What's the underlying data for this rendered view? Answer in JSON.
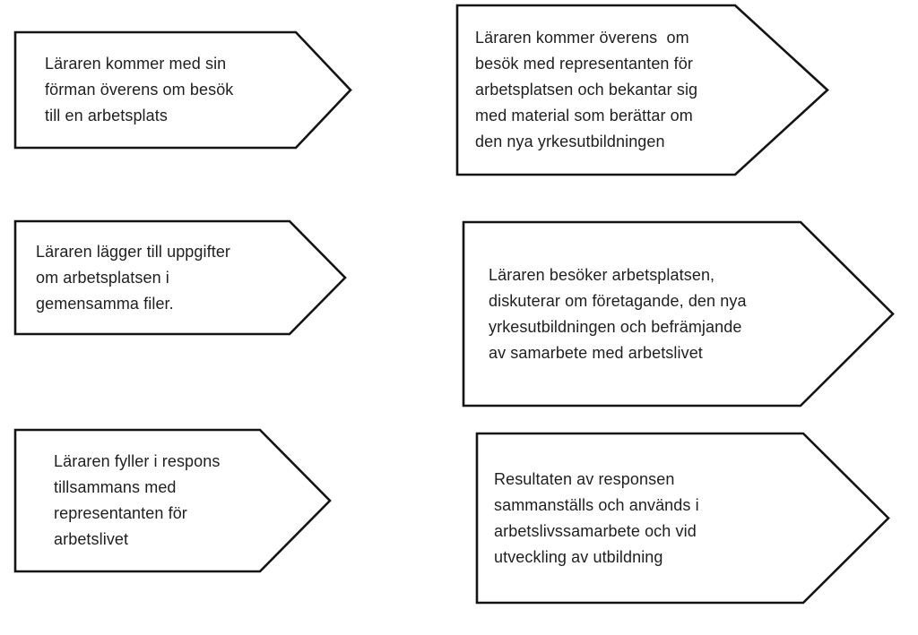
{
  "diagram": {
    "type": "process-flow-chevrons",
    "language": "sv",
    "background_color": "#ffffff",
    "stroke_color": "#141414",
    "text_color": "#1f1f1f",
    "boxes": [
      {
        "id": "step-1",
        "column": "left",
        "row": 1,
        "text": "Läraren kommer med sin\nförman överens om besök\ntill en arbetsplats"
      },
      {
        "id": "step-2",
        "column": "right",
        "row": 1,
        "text": "Läraren kommer överens  om\nbesök med representanten för\narbetsplatsen och bekantar sig\nmed material som berättar om\nden nya yrkesutbildningen"
      },
      {
        "id": "step-3",
        "column": "left",
        "row": 2,
        "text": "Läraren lägger till uppgifter\nom arbetsplatsen i\ngemensamma filer."
      },
      {
        "id": "step-4",
        "column": "right",
        "row": 2,
        "text": "Läraren besöker arbetsplatsen,\ndiskuterar om företagande, den nya\nyrkesutbildningen och befrämjande\nav samarbete med arbetslivet"
      },
      {
        "id": "step-5",
        "column": "left",
        "row": 3,
        "text": "Läraren fyller i respons\ntillsammans med\nrepresentanten för\narbetslivet"
      },
      {
        "id": "step-6",
        "column": "right",
        "row": 3,
        "text": "Resultaten av responsen\nsammanställs och används i\narbetslivssamarbete och vid\nutveckling av utbildning"
      }
    ]
  }
}
